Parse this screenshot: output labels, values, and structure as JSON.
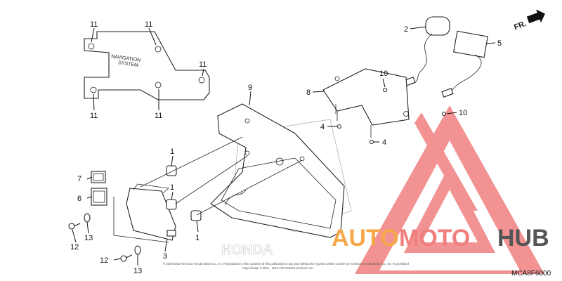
{
  "callouts": {
    "c1a": "1",
    "c1b": "1",
    "c1c": "1",
    "c2": "2",
    "c3": "3",
    "c4a": "4",
    "c4b": "4",
    "c5": "5",
    "c6": "6",
    "c7": "7",
    "c8": "8",
    "c9": "9",
    "c10a": "10",
    "c10b": "10",
    "c11a": "11",
    "c11b": "11",
    "c11c": "11",
    "c11d": "11",
    "c11e": "11",
    "c12a": "12",
    "c12b": "12",
    "c13a": "13",
    "c13b": "13"
  },
  "labels": {
    "nav_line1": "NAVIGATION",
    "nav_line2": "SYSTEM",
    "direction": "FR.",
    "code": "MCA8F6000",
    "brand_honda": "HONDA",
    "watermark_auto": "AUTO",
    "watermark_moto": "MOTO",
    "watermark_hub": "HUB"
  },
  "copyright": {
    "line1": "© 2009-2010 American Honda Motor Co., Inc. Reproduction of the contents of this publication in any way without the express written consent of American Honda Motor Co., Inc. is prohibited",
    "line2": "Page design © 2004 - 2010 ARI Network Services, Inc."
  },
  "colors": {
    "watermark_red": "#ee6f6f",
    "watermark_orange": "#f5a84a",
    "watermark_dark": "#555555"
  }
}
